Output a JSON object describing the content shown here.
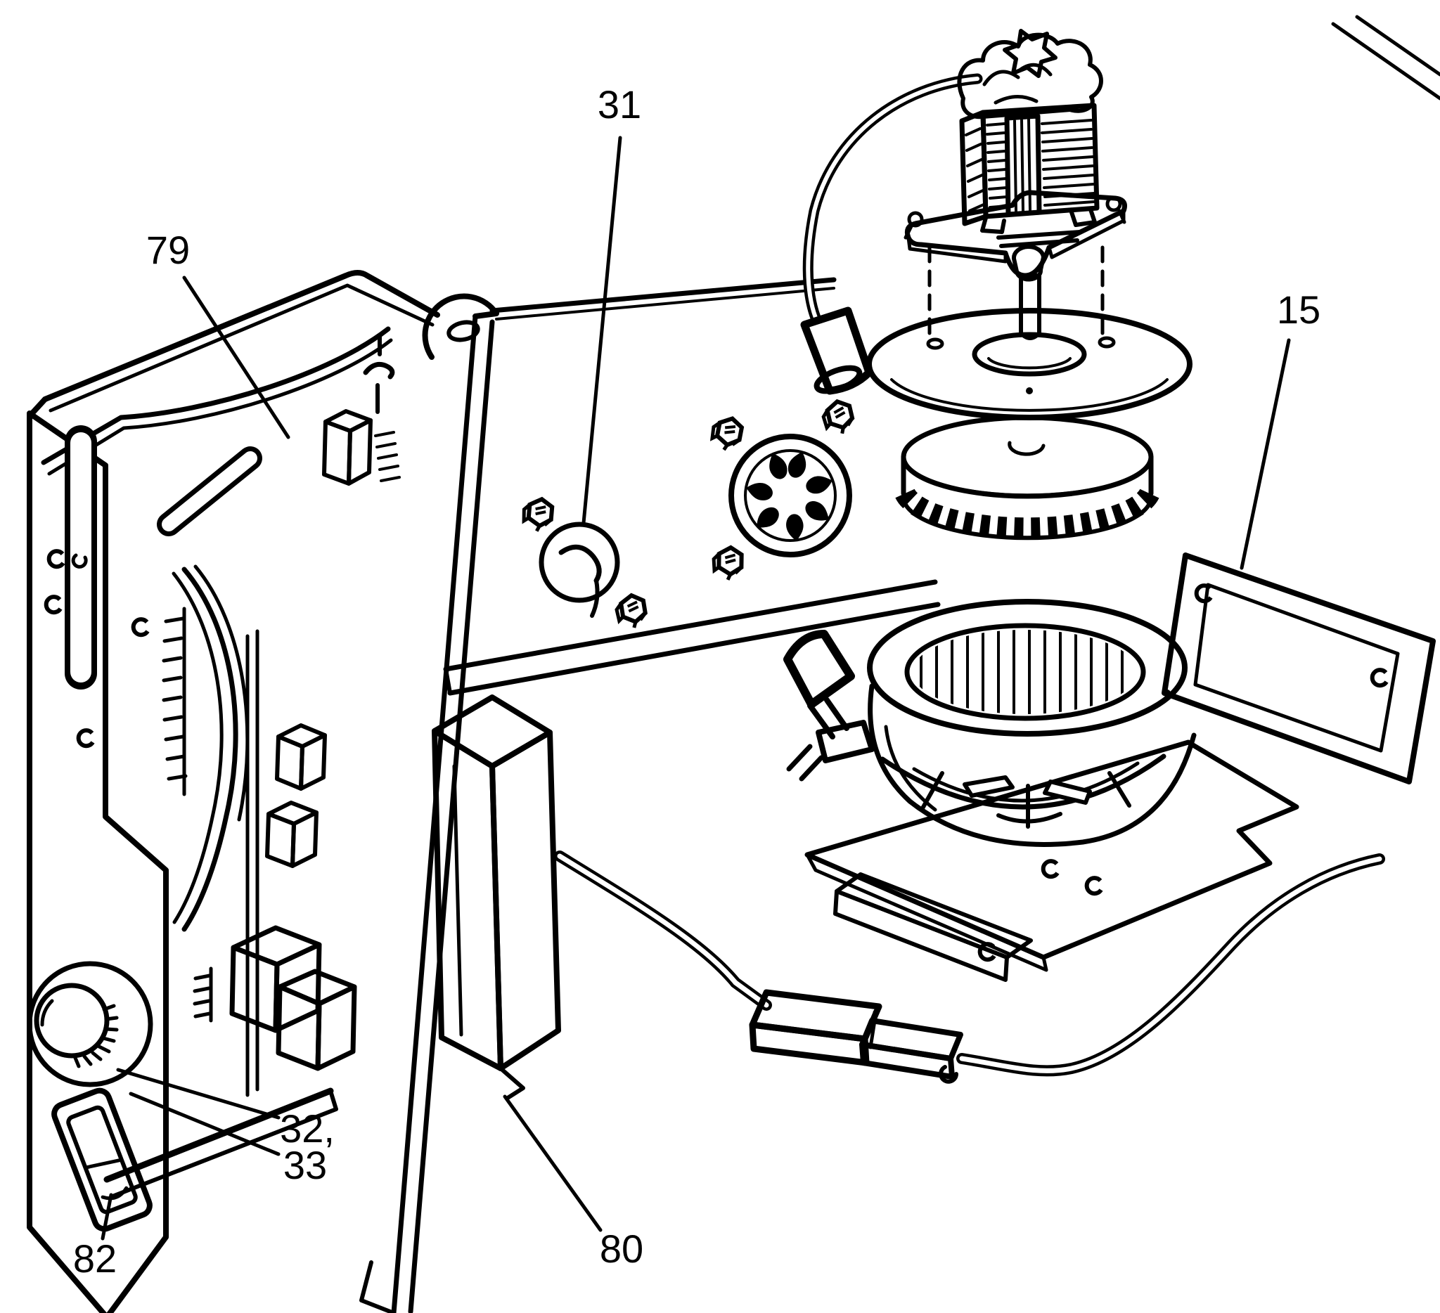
{
  "figure": {
    "kind": "exploded-parts-line-drawing",
    "background_color": "#ffffff",
    "ink_color": "#000000"
  },
  "labels": [
    {
      "id": "31",
      "text": "31"
    },
    {
      "id": "79",
      "text": "79"
    },
    {
      "id": "15",
      "text": "15"
    },
    {
      "id": "32",
      "text": "32,"
    },
    {
      "id": "33",
      "text": "33"
    },
    {
      "id": "82",
      "text": "82"
    },
    {
      "id": "80",
      "text": "80"
    }
  ]
}
